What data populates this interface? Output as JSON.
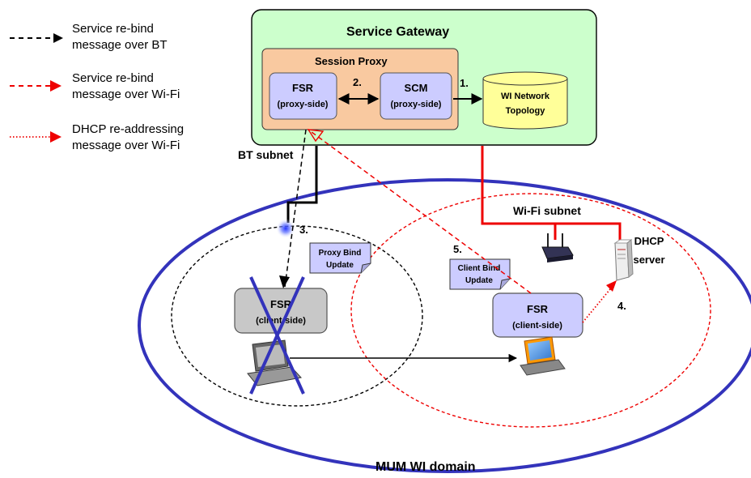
{
  "legend": {
    "bt": [
      "Service re-bind",
      "message over BT"
    ],
    "wifi": [
      "Service re-bind",
      "message over Wi-Fi"
    ],
    "dhcp": [
      "DHCP re-addressing",
      "message over Wi-Fi"
    ]
  },
  "gateway": {
    "title": "Service Gateway",
    "proxy_title": "Session Proxy",
    "fsr_proxy": [
      "FSR",
      "(proxy-side)"
    ],
    "scm_proxy": [
      "SCM",
      "(proxy-side)"
    ],
    "topology": [
      "WI Network",
      "Topology"
    ]
  },
  "steps": {
    "s1": "1.",
    "s2": "2.",
    "s3": "3.",
    "s4": "4.",
    "s5": "5."
  },
  "subnets": {
    "bt": "BT subnet",
    "wifi": "Wi-Fi subnet"
  },
  "dhcp_server": [
    "DHCP",
    "server"
  ],
  "notes": {
    "proxy_bind": [
      "Proxy Bind",
      "Update"
    ],
    "client_bind": [
      "Client Bind",
      "Update"
    ]
  },
  "fsr_client_old": [
    "FSR",
    "(client-side)"
  ],
  "fsr_client_new": [
    "FSR",
    "(client-side)"
  ],
  "domain_label": "MUM WI domain",
  "colors": {
    "gateway_fill": "#ccffcc",
    "proxy_fill": "#f9c9a0",
    "box_fill": "#ccccff",
    "db_fill": "#ffff99",
    "old_fsr_fill": "#c8c8c8",
    "domain_ellipse": "#3333bb",
    "wifi_red": "#ee0000"
  }
}
